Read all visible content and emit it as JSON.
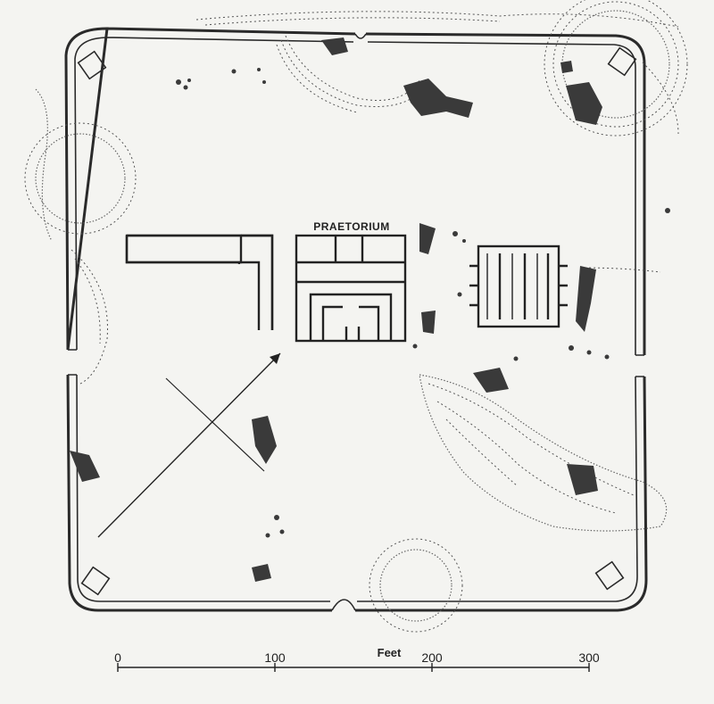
{
  "plan": {
    "label_praetorium": "PRAETORIUM"
  },
  "scale": {
    "title": "Feet",
    "ticks": [
      "0",
      "100",
      "200",
      "300"
    ]
  },
  "colors": {
    "background": "#f4f4f1",
    "ink": "#2a2a2a"
  }
}
